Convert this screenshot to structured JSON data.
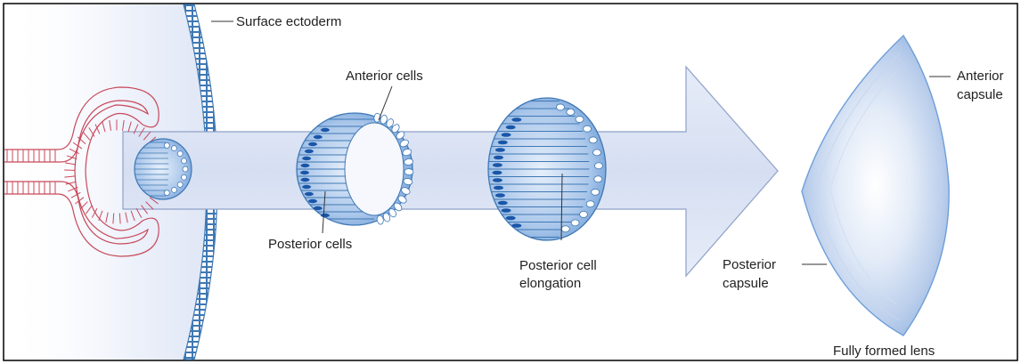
{
  "labels": {
    "surface_ectoderm": "Surface ectoderm",
    "anterior_cells": "Anterior cells",
    "posterior_cells": "Posterior cells",
    "posterior_cell_elongation_1": "Posterior cell",
    "posterior_cell_elongation_2": "elongation",
    "anterior_capsule_1": "Anterior",
    "anterior_capsule_2": "capsule",
    "posterior_capsule_1": "Posterior",
    "posterior_capsule_2": "capsule",
    "fully_formed_lens": "Fully formed lens"
  },
  "colors": {
    "ectoderm_blue": "#4a7fb8",
    "neural_red": "#c8495a",
    "arrow_fill": "#dfe6f5",
    "lens_blue": "#9fc0e6",
    "nucleus": "#1a56a8",
    "border": "#000000"
  }
}
